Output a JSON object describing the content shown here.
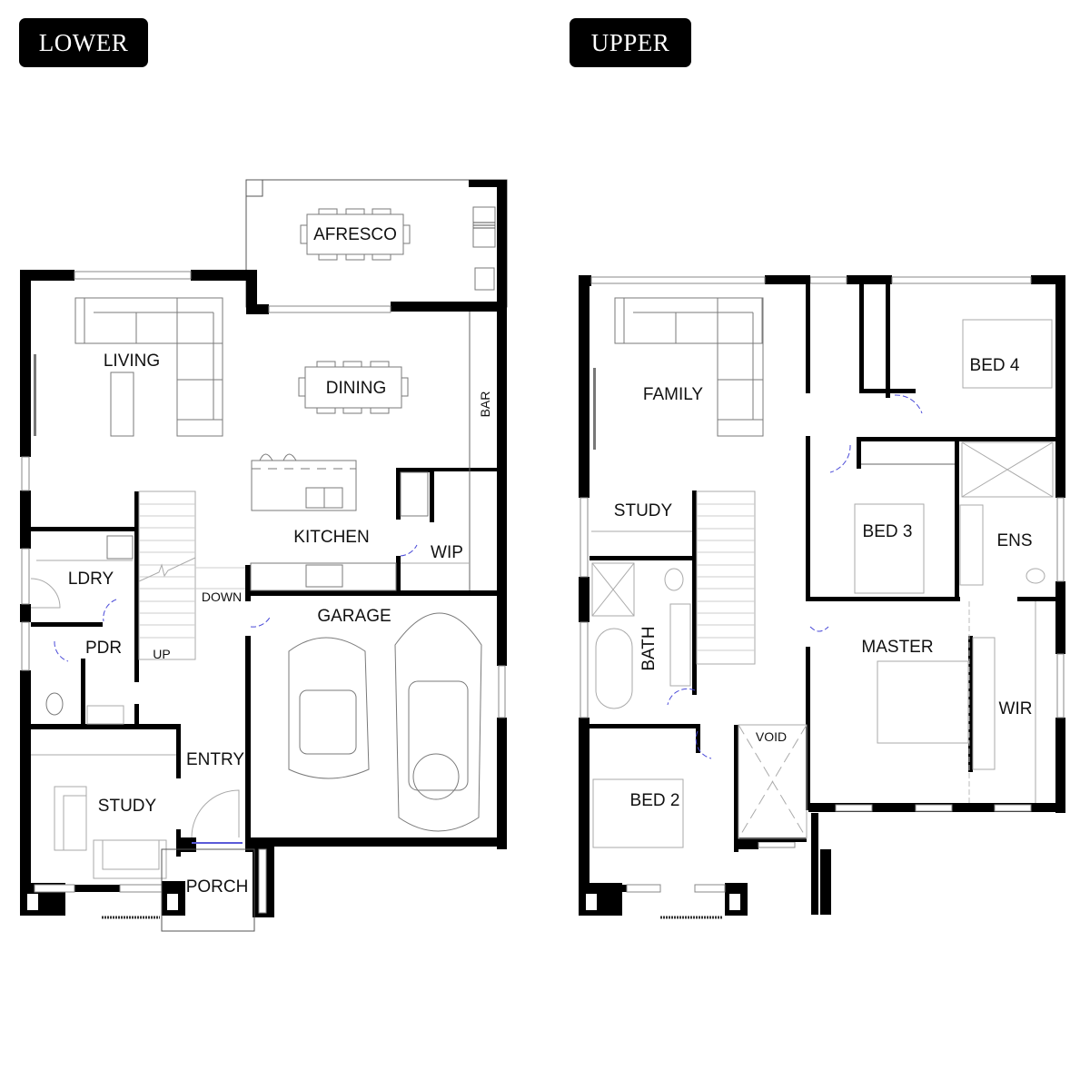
{
  "levels": {
    "lower": {
      "badge": "LOWER"
    },
    "upper": {
      "badge": "UPPER"
    }
  },
  "rooms": {
    "lower": {
      "afresco": "AFRESCO",
      "living": "LIVING",
      "dining": "DINING",
      "bar": "BAR",
      "kitchen": "KITCHEN",
      "wip": "WIP",
      "ldry": "LDRY",
      "pdr": "PDR",
      "down": "DOWN",
      "up": "UP",
      "garage": "GARAGE",
      "entry": "ENTRY",
      "study": "STUDY",
      "porch": "PORCH"
    },
    "upper": {
      "family": "FAMILY",
      "study": "STUDY",
      "bed4": "BED 4",
      "bed3": "BED 3",
      "ens": "ENS",
      "bath": "BATH",
      "master": "MASTER",
      "wir": "WIR",
      "void": "VOID",
      "bed2": "BED 2"
    }
  },
  "colors": {
    "wall": "#000000",
    "door_swing": "#4a4ad8",
    "badge_bg": "#000000",
    "badge_text": "#ffffff"
  }
}
